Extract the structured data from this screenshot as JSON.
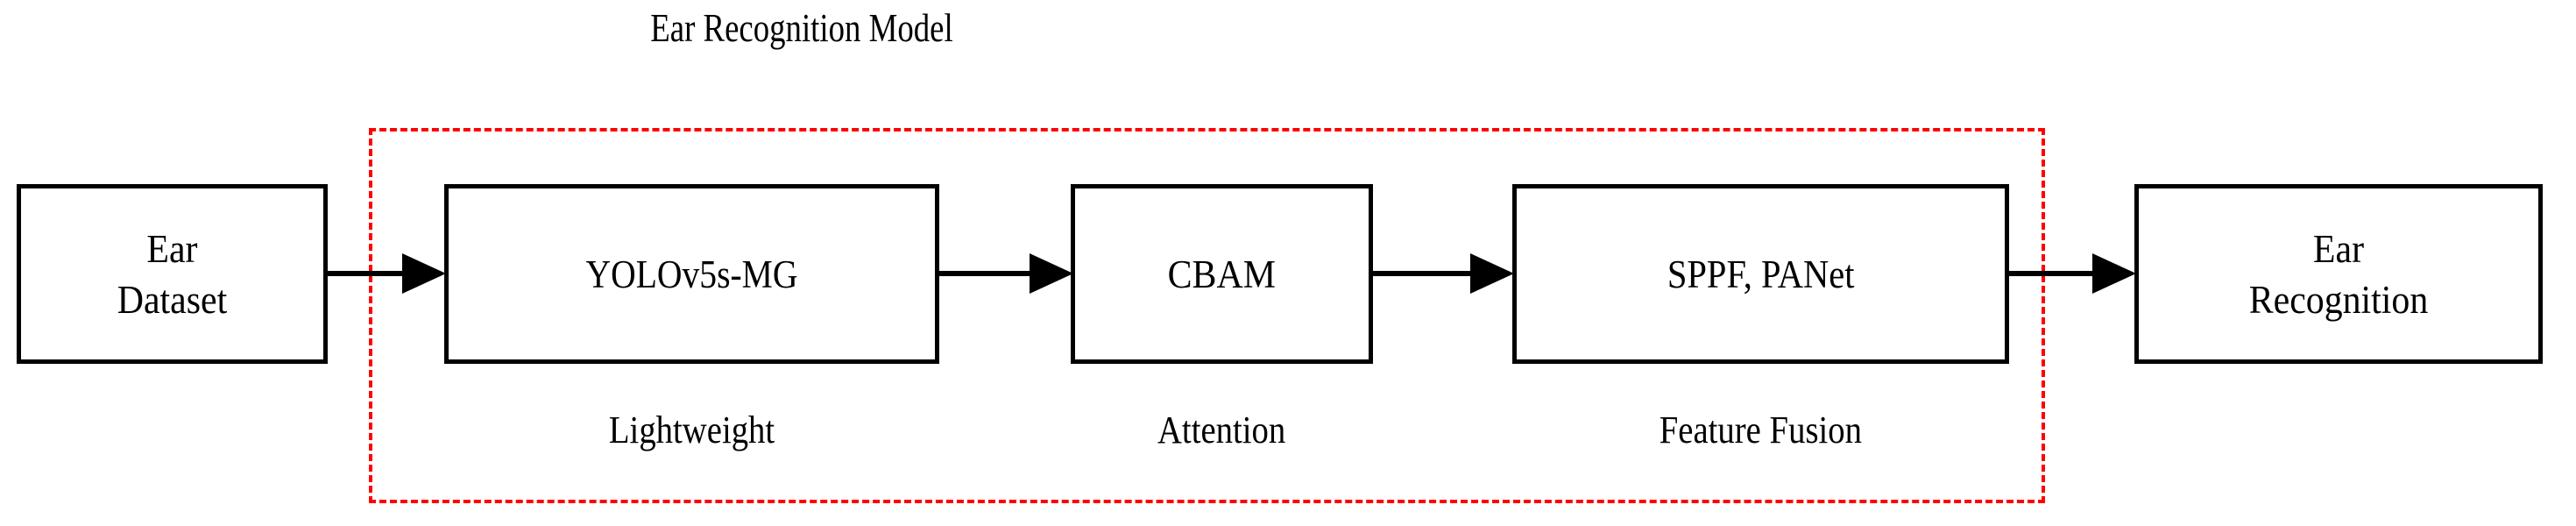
{
  "diagram": {
    "title": "Ear Recognition Model",
    "group": {
      "name": "Ear Recognition Model",
      "border_color": "#ff0000",
      "border_style": "dashed"
    },
    "boxes": [
      {
        "id": "ear-dataset",
        "label": "Ear\nDataset",
        "inside_group": false
      },
      {
        "id": "yolov5s-mg",
        "label": "YOLOv5s-MG",
        "inside_group": true
      },
      {
        "id": "cbam",
        "label": "CBAM",
        "inside_group": true
      },
      {
        "id": "sppf-panet",
        "label": "SPPF, PANet",
        "inside_group": true
      },
      {
        "id": "ear-recognition",
        "label": "Ear\nRecognition",
        "inside_group": false
      }
    ],
    "captions": [
      {
        "for": "yolov5s-mg",
        "label": "Lightweight"
      },
      {
        "for": "cbam",
        "label": "Attention"
      },
      {
        "for": "sppf-panet",
        "label": "Feature Fusion"
      }
    ],
    "arrows": [
      {
        "from": "ear-dataset",
        "to": "yolov5s-mg"
      },
      {
        "from": "yolov5s-mg",
        "to": "cbam"
      },
      {
        "from": "cbam",
        "to": "sppf-panet"
      },
      {
        "from": "sppf-panet",
        "to": "ear-recognition"
      }
    ],
    "colors": {
      "stroke": "#000000",
      "group_accent": "#ff0000",
      "background": "#ffffff"
    }
  }
}
